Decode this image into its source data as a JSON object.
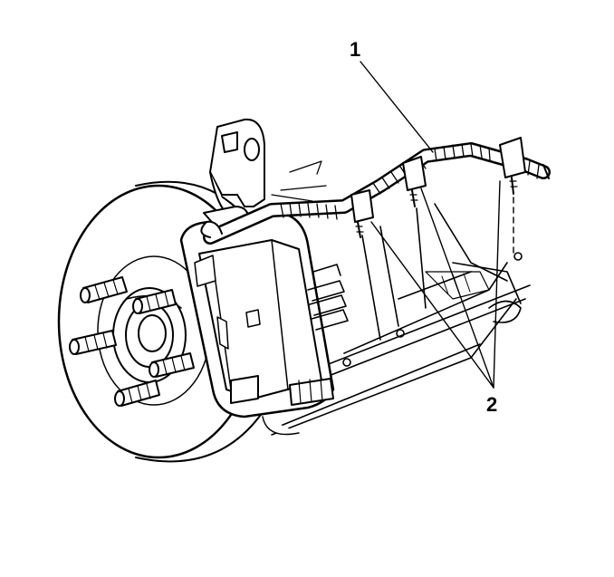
{
  "diagram": {
    "callouts": [
      {
        "id": "1",
        "text": "1"
      },
      {
        "id": "2",
        "text": "2"
      }
    ],
    "colors": {
      "line": "#000000",
      "background": "#ffffff"
    }
  }
}
